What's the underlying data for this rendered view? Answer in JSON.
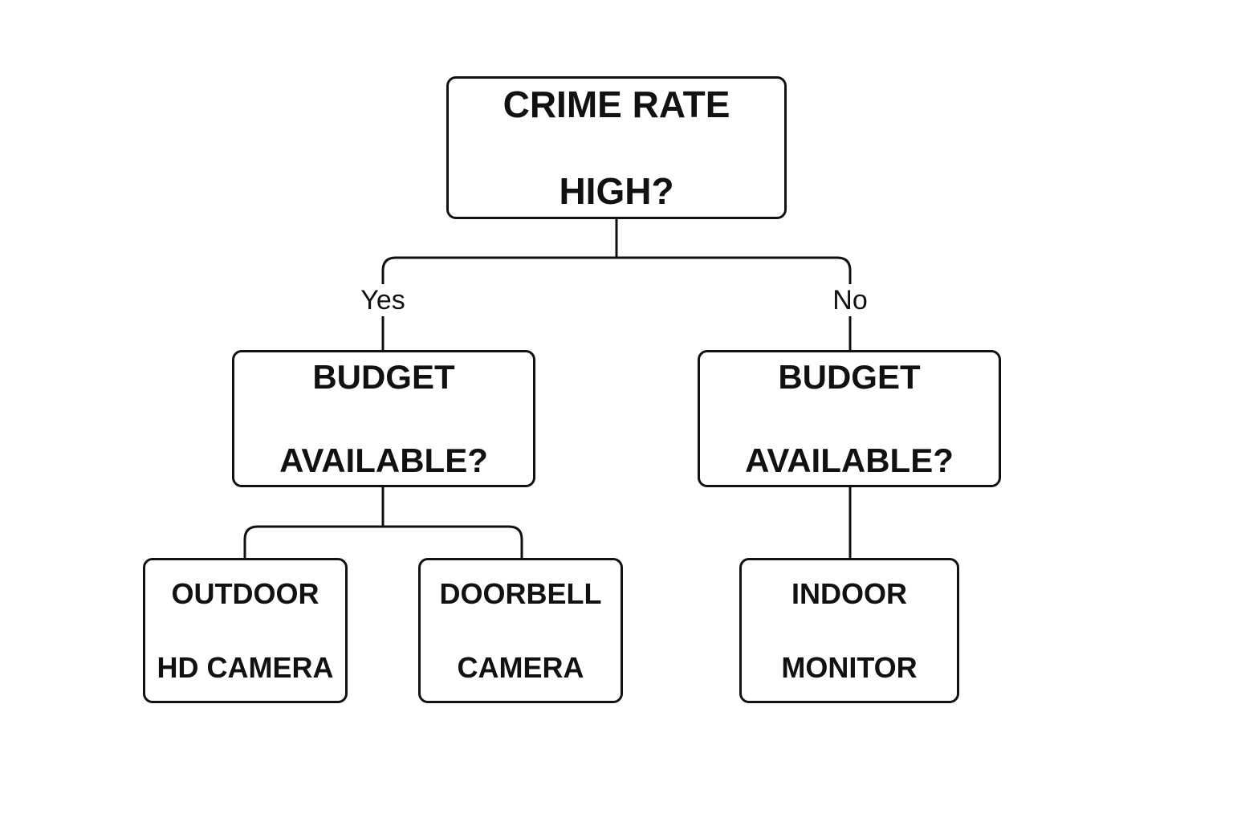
{
  "diagram": {
    "root": {
      "line1": "CRIME RATE",
      "line2": "HIGH?"
    },
    "yes_branch": {
      "edge_label": "Yes",
      "decision": {
        "line1": "BUDGET",
        "line2": "AVAILABLE?"
      },
      "outcomes": [
        {
          "line1": "OUTDOOR",
          "line2": "HD CAMERA"
        },
        {
          "line1": "DOORBELL",
          "line2": "CAMERA"
        }
      ]
    },
    "no_branch": {
      "edge_label": "No",
      "decision": {
        "line1": "BUDGET",
        "line2": "AVAILABLE?"
      },
      "outcomes": [
        {
          "line1": "INDOOR",
          "line2": "MONITOR"
        }
      ]
    },
    "colors": {
      "stroke": "#111111",
      "background": "#ffffff",
      "text": "#111111"
    }
  }
}
